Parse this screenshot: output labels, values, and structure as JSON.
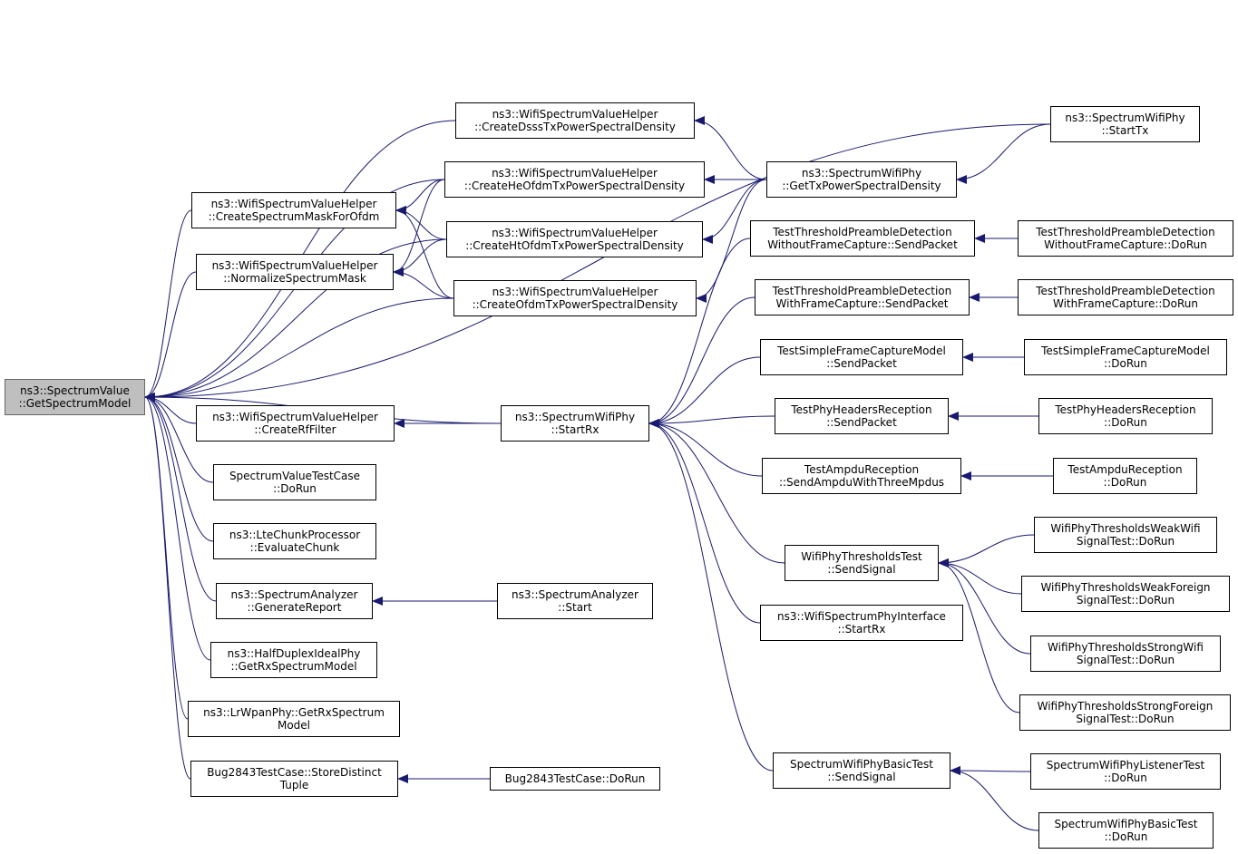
{
  "colors": {
    "edge": "#191970",
    "root_fill": "#bfbfbf",
    "node_fill": "#ffffff",
    "border": "#000000"
  },
  "nodes": {
    "root": {
      "line1": "ns3::SpectrumValue",
      "line2": "::GetSpectrumModel"
    },
    "createSpectrumMask": {
      "line1": "ns3::WifiSpectrumValueHelper",
      "line2": "::CreateSpectrumMaskForOfdm"
    },
    "normalizeMask": {
      "line1": "ns3::WifiSpectrumValueHelper",
      "line2": "::NormalizeSpectrumMask"
    },
    "createRfFilter": {
      "line1": "ns3::WifiSpectrumValueHelper",
      "line2": "::CreateRfFilter"
    },
    "spectrumValueTest": {
      "line1": "SpectrumValueTestCase",
      "line2": "::DoRun"
    },
    "lteChunk": {
      "line1": "ns3::LteChunkProcessor",
      "line2": "::EvaluateChunk"
    },
    "analyzerReport": {
      "line1": "ns3::SpectrumAnalyzer",
      "line2": "::GenerateReport"
    },
    "halfDuplex": {
      "line1": "ns3::HalfDuplexIdealPhy",
      "line2": "::GetRxSpectrumModel"
    },
    "lrwpan": {
      "line1": "ns3::LrWpanPhy::GetRxSpectrum",
      "line2": "Model"
    },
    "bugStore": {
      "line1": "Bug2843TestCase::StoreDistinct",
      "line2": "Tuple"
    },
    "dsss": {
      "line1": "ns3::WifiSpectrumValueHelper",
      "line2": "::CreateDsssTxPowerSpectralDensity"
    },
    "heOfdm": {
      "line1": "ns3::WifiSpectrumValueHelper",
      "line2": "::CreateHeOfdmTxPowerSpectralDensity"
    },
    "htOfdm": {
      "line1": "ns3::WifiSpectrumValueHelper",
      "line2": "::CreateHtOfdmTxPowerSpectralDensity"
    },
    "ofdm": {
      "line1": "ns3::WifiSpectrumValueHelper",
      "line2": "::CreateOfdmTxPowerSpectralDensity"
    },
    "startRx": {
      "line1": "ns3::SpectrumWifiPhy",
      "line2": "::StartRx"
    },
    "analyzerStart": {
      "line1": "ns3::SpectrumAnalyzer",
      "line2": "::Start"
    },
    "bugDoRun": {
      "line1": "Bug2843TestCase::DoRun",
      "line2": ""
    },
    "getTxPsd": {
      "line1": "ns3::SpectrumWifiPhy",
      "line2": "::GetTxPowerSpectralDensity"
    },
    "startTx": {
      "line1": "ns3::SpectrumWifiPhy",
      "line2": "::StartTx"
    },
    "tpdWithoutSend": {
      "line1": "TestThresholdPreambleDetection",
      "line2": "WithoutFrameCapture::SendPacket"
    },
    "tpdWithSend": {
      "line1": "TestThresholdPreambleDetection",
      "line2": "WithFrameCapture::SendPacket"
    },
    "sfcmSend": {
      "line1": "TestSimpleFrameCaptureModel",
      "line2": "::SendPacket"
    },
    "phrSend": {
      "line1": "TestPhyHeadersReception",
      "line2": "::SendPacket"
    },
    "ampduSend": {
      "line1": "TestAmpduReception",
      "line2": "::SendAmpduWithThreeMpdus"
    },
    "thrSend": {
      "line1": "WifiPhyThresholdsTest",
      "line2": "::SendSignal"
    },
    "phyInterfaceStartRx": {
      "line1": "ns3::WifiSpectrumPhyInterface",
      "line2": "::StartRx"
    },
    "basicSend": {
      "line1": "SpectrumWifiPhyBasicTest",
      "line2": "::SendSignal"
    },
    "tpdWithoutDoRun": {
      "line1": "TestThresholdPreambleDetection",
      "line2": "WithoutFrameCapture::DoRun"
    },
    "tpdWithDoRun": {
      "line1": "TestThresholdPreambleDetection",
      "line2": "WithFrameCapture::DoRun"
    },
    "sfcmDoRun": {
      "line1": "TestSimpleFrameCaptureModel",
      "line2": "::DoRun"
    },
    "phrDoRun": {
      "line1": "TestPhyHeadersReception",
      "line2": "::DoRun"
    },
    "ampduDoRun": {
      "line1": "TestAmpduReception",
      "line2": "::DoRun"
    },
    "weakWifi": {
      "line1": "WifiPhyThresholdsWeakWifi",
      "line2": "SignalTest::DoRun"
    },
    "weakForeign": {
      "line1": "WifiPhyThresholdsWeakForeign",
      "line2": "SignalTest::DoRun"
    },
    "strongWifi": {
      "line1": "WifiPhyThresholdsStrongWifi",
      "line2": "SignalTest::DoRun"
    },
    "strongForeign": {
      "line1": "WifiPhyThresholdsStrongForeign",
      "line2": "SignalTest::DoRun"
    },
    "listenerDoRun": {
      "line1": "SpectrumWifiPhyListenerTest",
      "line2": "::DoRun"
    },
    "basicDoRun": {
      "line1": "SpectrumWifiPhyBasicTest",
      "line2": "::DoRun"
    }
  },
  "edges": [
    [
      "createSpectrumMask",
      "root"
    ],
    [
      "normalizeMask",
      "root"
    ],
    [
      "createRfFilter",
      "root"
    ],
    [
      "spectrumValueTest",
      "root"
    ],
    [
      "lteChunk",
      "root"
    ],
    [
      "analyzerReport",
      "root"
    ],
    [
      "halfDuplex",
      "root"
    ],
    [
      "lrwpan",
      "root"
    ],
    [
      "bugStore",
      "root"
    ],
    [
      "dsss",
      "root"
    ],
    [
      "heOfdm",
      "root"
    ],
    [
      "htOfdm",
      "root"
    ],
    [
      "ofdm",
      "root"
    ],
    [
      "startTx",
      "root"
    ],
    [
      "startRx",
      "root"
    ],
    [
      "heOfdm",
      "createSpectrumMask"
    ],
    [
      "htOfdm",
      "createSpectrumMask"
    ],
    [
      "ofdm",
      "createSpectrumMask"
    ],
    [
      "heOfdm",
      "normalizeMask"
    ],
    [
      "htOfdm",
      "normalizeMask"
    ],
    [
      "ofdm",
      "normalizeMask"
    ],
    [
      "startRx",
      "createRfFilter"
    ],
    [
      "analyzerStart",
      "analyzerReport"
    ],
    [
      "bugDoRun",
      "bugStore"
    ],
    [
      "getTxPsd",
      "dsss"
    ],
    [
      "getTxPsd",
      "heOfdm"
    ],
    [
      "getTxPsd",
      "htOfdm"
    ],
    [
      "getTxPsd",
      "ofdm"
    ],
    [
      "startTx",
      "getTxPsd"
    ],
    [
      "tpdWithoutSend",
      "startRx"
    ],
    [
      "tpdWithSend",
      "startRx"
    ],
    [
      "sfcmSend",
      "startRx"
    ],
    [
      "phrSend",
      "startRx"
    ],
    [
      "ampduSend",
      "startRx"
    ],
    [
      "thrSend",
      "startRx"
    ],
    [
      "phyInterfaceStartRx",
      "startRx"
    ],
    [
      "basicSend",
      "startRx"
    ],
    [
      "tpdWithoutDoRun",
      "tpdWithoutSend"
    ],
    [
      "tpdWithDoRun",
      "tpdWithSend"
    ],
    [
      "sfcmDoRun",
      "sfcmSend"
    ],
    [
      "phrDoRun",
      "phrSend"
    ],
    [
      "ampduDoRun",
      "ampduSend"
    ],
    [
      "weakWifi",
      "thrSend"
    ],
    [
      "weakForeign",
      "thrSend"
    ],
    [
      "strongWifi",
      "thrSend"
    ],
    [
      "strongForeign",
      "thrSend"
    ],
    [
      "listenerDoRun",
      "basicSend"
    ],
    [
      "basicDoRun",
      "basicSend"
    ]
  ]
}
